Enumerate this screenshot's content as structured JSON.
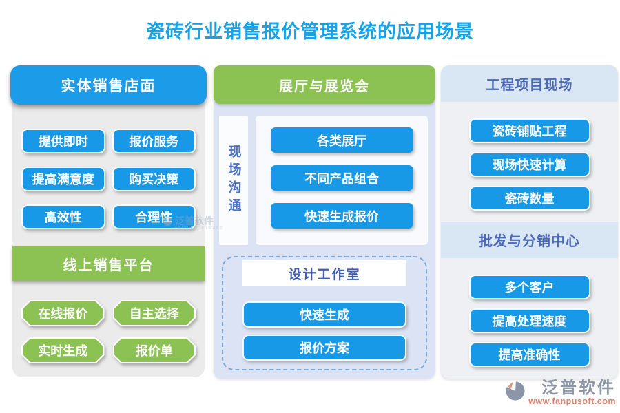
{
  "title": "瓷砖行业销售报价管理系统的应用场景",
  "colors": {
    "accent_blue": "#1899E7",
    "accent_green": "#8CC153",
    "panel_periwinkle": "#DBE3F4",
    "band_blue": "#D9E6F4",
    "dark_blue_text": "#4A68B5",
    "title_blue": "#17A3EA"
  },
  "left": {
    "header": "实体销售店面",
    "buttons": [
      "提供即时",
      "报价服务",
      "提高满意度",
      "购买决策",
      "高效性",
      "合理性"
    ],
    "sub_header": "线上销售平台",
    "sub_buttons": [
      "在线报价",
      "自主选择",
      "实时生成",
      "报价单"
    ]
  },
  "middle": {
    "header": "展厅与展览会",
    "side_label": "现场沟通",
    "buttons": [
      "各类展厅",
      "不同产品组合",
      "快速生成报价"
    ],
    "studio": {
      "header": "设计工作室",
      "buttons": [
        "快速生成",
        "报价方案"
      ]
    }
  },
  "right": {
    "sections": [
      {
        "header": "工程项目现场",
        "buttons": [
          "瓷砖铺贴工程",
          "现场快速计算",
          "瓷砖数量"
        ]
      },
      {
        "header": "批发与分销中心",
        "buttons": [
          "多个客户",
          "提高处理速度",
          "提高准确性"
        ]
      }
    ]
  },
  "watermark": {
    "text": "泛普软件",
    "subtext": "FANPU SOFTWARE"
  },
  "logo": {
    "name": "泛普软件",
    "url": "www.fanpusoft.com"
  }
}
